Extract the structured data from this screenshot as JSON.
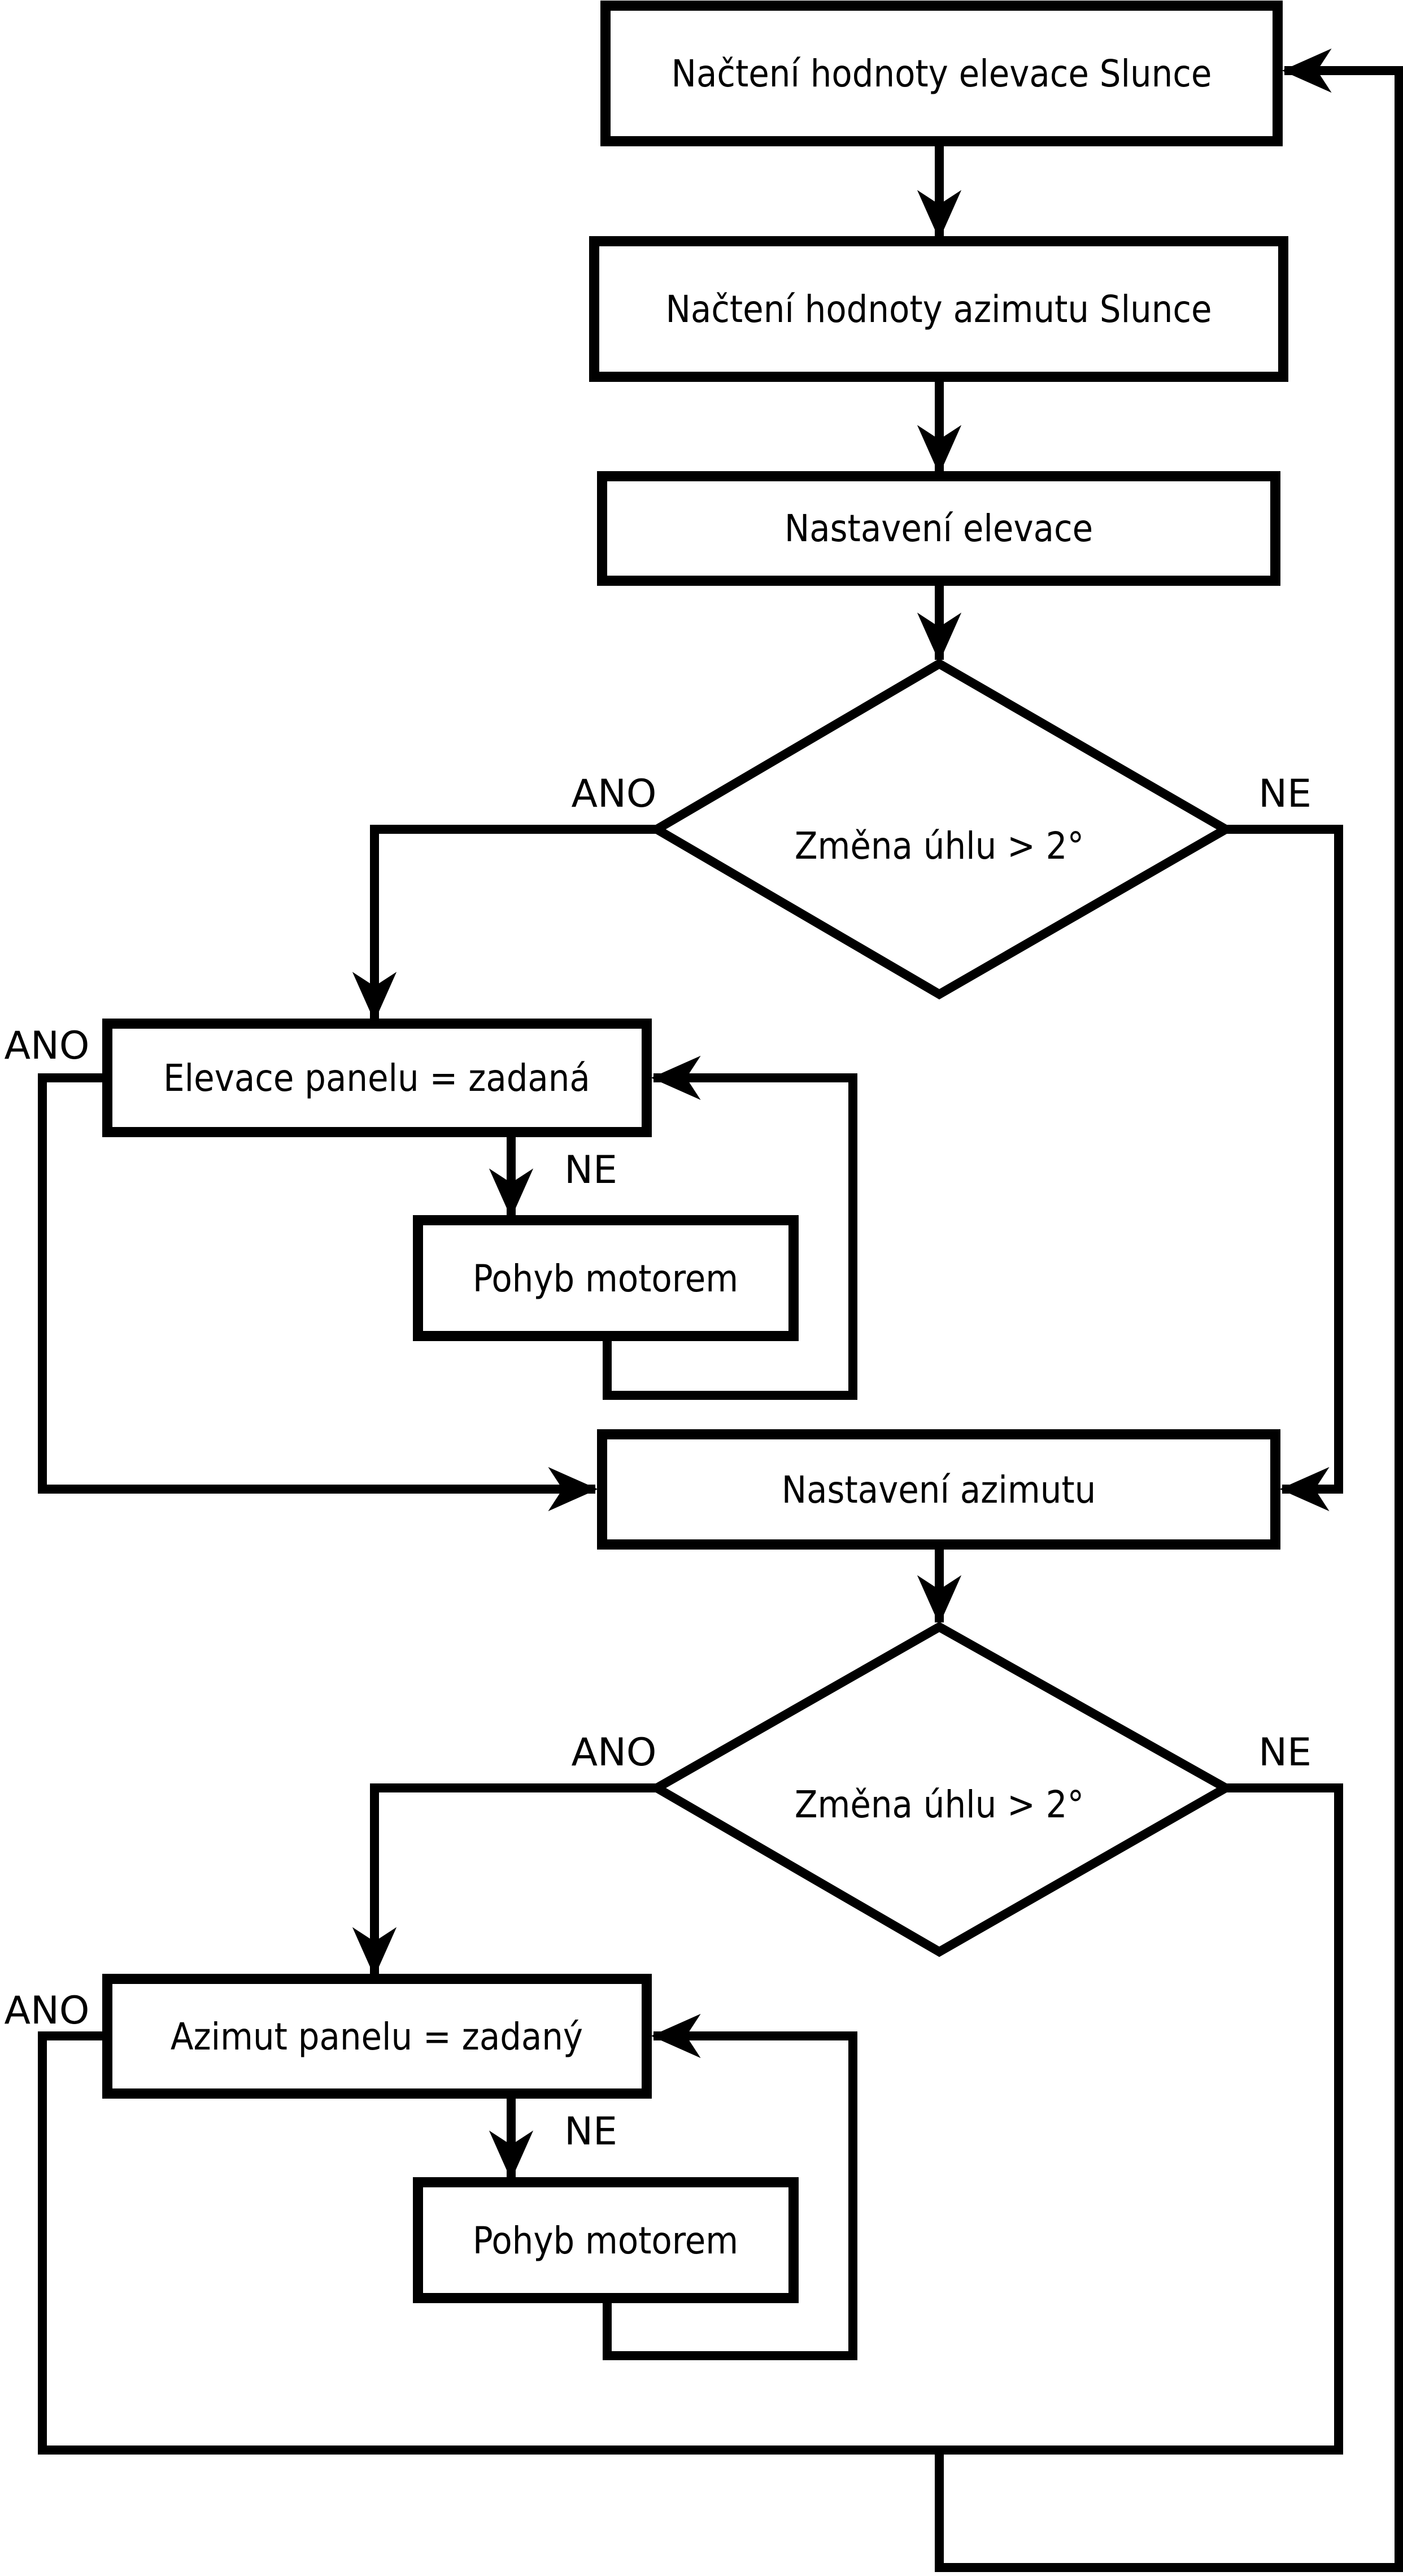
{
  "flowchart": {
    "background_color": "#ffffff",
    "line_color": "#000000",
    "nodes": {
      "load_elevation": "Načtení hodnoty elevace Slunce",
      "load_azimuth": "Načtení hodnoty azimutu Slunce",
      "set_elevation": "Nastavení elevace",
      "decision_elevation_change": "Změna úhlu > 2°",
      "elevation_panel_equals": "Elevace panelu = zadaná",
      "motor_move_elevation": "Pohyb motorem",
      "set_azimuth": "Nastavení azimutu",
      "decision_azimuth_change": "Změna úhlu > 2°",
      "azimuth_panel_equals": "Azimut panelu = zadaný",
      "motor_move_azimuth": "Pohyb motorem"
    },
    "edge_labels": {
      "elevation_decision_yes": "ANO",
      "elevation_decision_no": "NE",
      "elevation_panel_yes": "ANO",
      "elevation_panel_no": "NE",
      "azimuth_decision_yes": "ANO",
      "azimuth_decision_no": "NE",
      "azimuth_panel_yes": "ANO",
      "azimuth_panel_no": "NE"
    }
  }
}
